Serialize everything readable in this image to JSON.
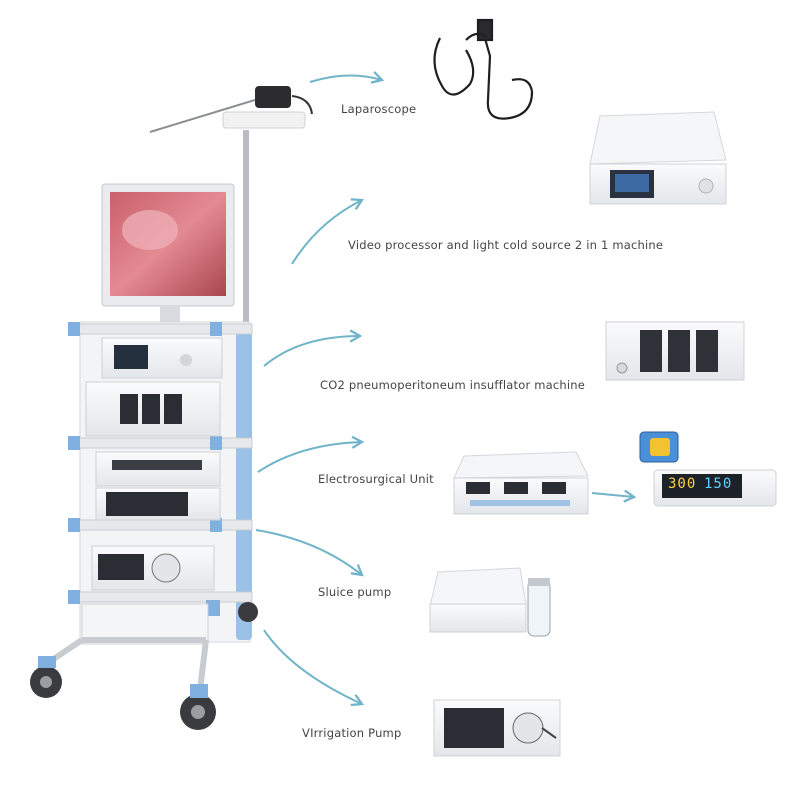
{
  "labels": {
    "laparoscope": "Laparoscope",
    "video_processor": "Video processor and light cold source 2 in 1 machine",
    "insufflator": "CO2 pneumoperitoneum insufflator machine",
    "electrosurgical": "Electrosurgical Unit",
    "sluice_pump": "Sluice pump",
    "irrigation_pump": "VIrrigation Pump"
  },
  "esu_display": {
    "left": "300",
    "right": "150"
  },
  "colors": {
    "arrow": "#6fb4c8",
    "accent_blue": "#7fb0e0",
    "panel_dark": "#2a2d33",
    "housing": "#eef0f2"
  }
}
